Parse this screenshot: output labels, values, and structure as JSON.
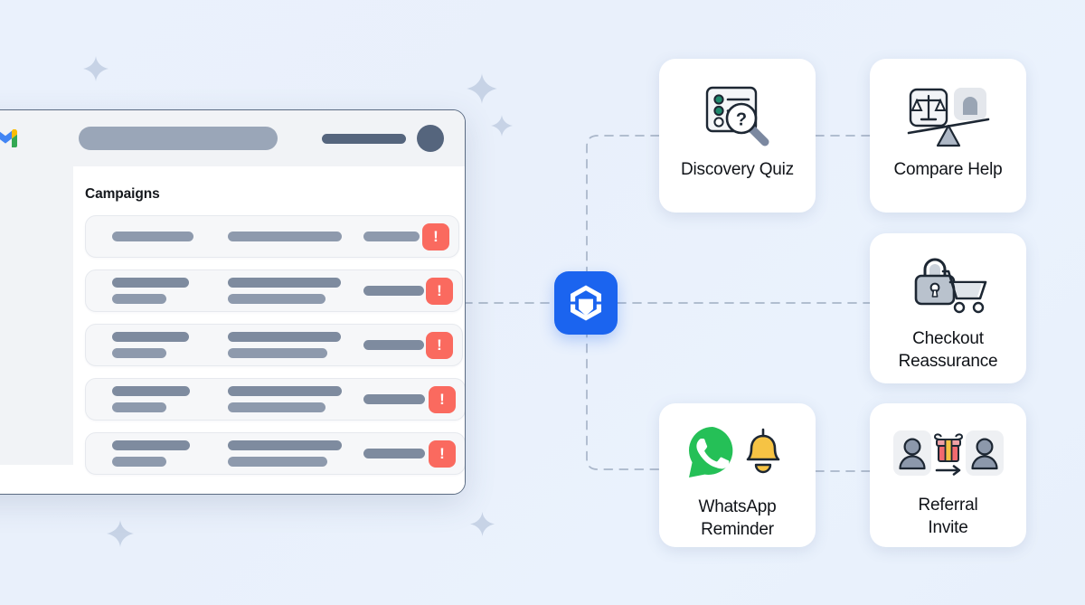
{
  "background": {
    "gradient_from": "#eaf1fc",
    "gradient_to": "#e8f0fb",
    "sparkle_color": "#c7d3e6"
  },
  "app_window": {
    "brand_icon": "gmail-icon",
    "search_placeholder": "",
    "search_value": "",
    "panel_title": "Campaigns",
    "sidebar": {
      "items": [
        {
          "name": "sidebar-active-item"
        },
        {
          "name": "sidebar-item-1"
        },
        {
          "name": "sidebar-item-2"
        },
        {
          "name": "sidebar-item-3"
        }
      ]
    },
    "rows": [
      {
        "name": "campaign-row-1",
        "badge": "!",
        "badge_color": "#fa6a5f",
        "lines": 1
      },
      {
        "name": "campaign-row-2",
        "badge": "!",
        "badge_color": "#fa6a5f",
        "lines": 2
      },
      {
        "name": "campaign-row-3",
        "badge": "!",
        "badge_color": "#fa6a5f",
        "lines": 2
      },
      {
        "name": "campaign-row-4",
        "badge": "!",
        "badge_color": "#fa6a5f",
        "lines": 2
      },
      {
        "name": "campaign-row-5",
        "badge": "!",
        "badge_color": "#fa6a5f",
        "lines": 2
      }
    ]
  },
  "hub": {
    "name": "hub-logo",
    "icon": "hexagon-cube-logo",
    "color": "#1b64ef"
  },
  "cards": [
    {
      "id": "discovery",
      "label": "Discovery Quiz",
      "icon": "checklist-magnifier-question-icon"
    },
    {
      "id": "compare",
      "label": "Compare Help",
      "icon": "balance-scale-seesaw-icon"
    },
    {
      "id": "checkout",
      "label": "Checkout\nReassurance",
      "label_line1": "Checkout",
      "label_line2": "Reassurance",
      "icon": "padlock-shopping-cart-icon"
    },
    {
      "id": "whatsapp",
      "label": "WhatsApp\nReminder",
      "label_line1": "WhatsApp",
      "label_line2": "Reminder",
      "icon": "whatsapp-bell-icon"
    },
    {
      "id": "referral",
      "label": "Referral\nInvite",
      "label_line1": "Referral",
      "label_line2": "Invite",
      "icon": "two-people-gift-arrow-icon"
    }
  ],
  "connectors": {
    "style": "dashed",
    "color": "#a9b6c9"
  }
}
